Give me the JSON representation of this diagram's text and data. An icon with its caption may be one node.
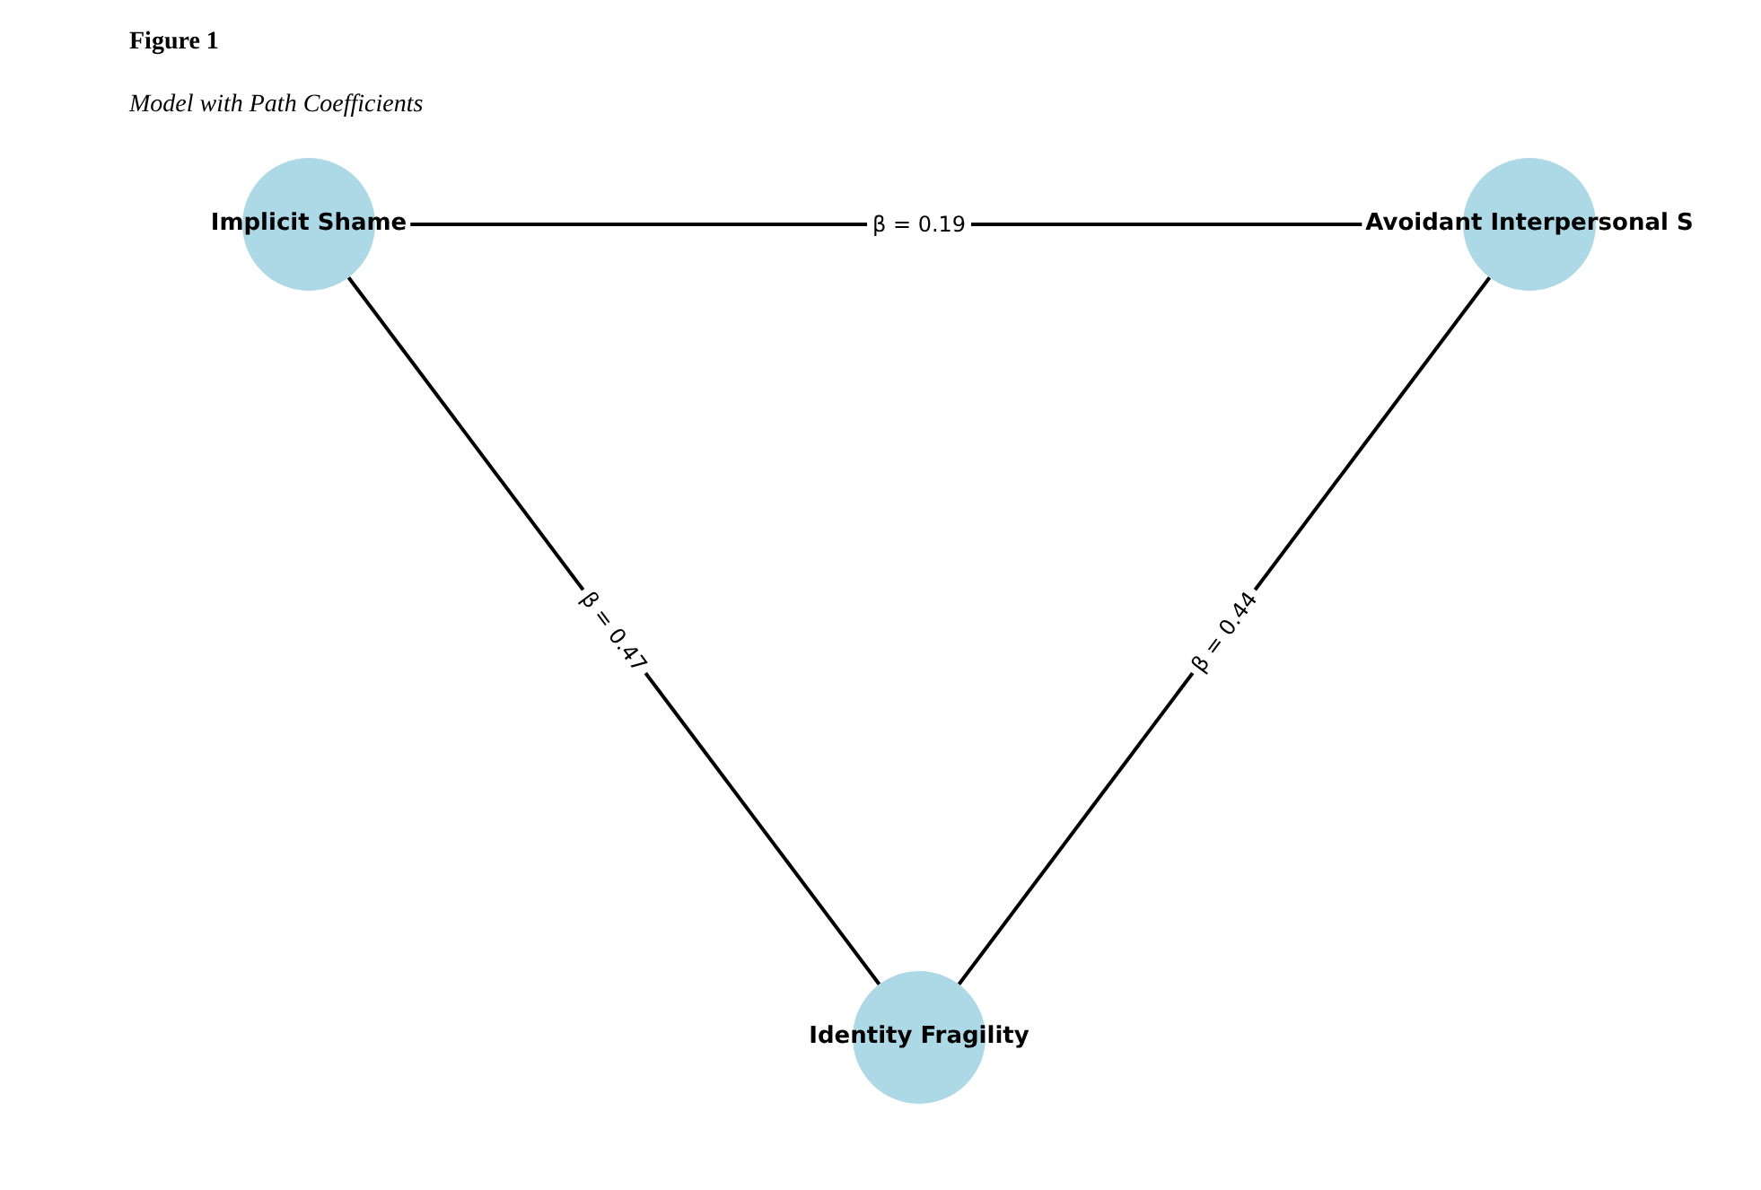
{
  "diagram": {
    "title": "Figure 1",
    "caption": "Model with Path Coefficients",
    "nodes": [
      {
        "text": [
          "Implicit Shame"
        ]
      },
      {
        "text": [
          "Avoidant Interpersonal S"
        ]
      },
      {
        "text": [
          "Identity Fragility"
        ]
      }
    ],
    "edges": [
      {
        "from": 0,
        "to": 1,
        "arrow": "none",
        "label": "β = 0.19"
      },
      {
        "from": 0,
        "to": 2,
        "arrow": "none",
        "label": "β = 0.47"
      },
      {
        "from": 1,
        "to": 2,
        "arrow": "none",
        "label": "β = 0.44"
      }
    ]
  }
}
